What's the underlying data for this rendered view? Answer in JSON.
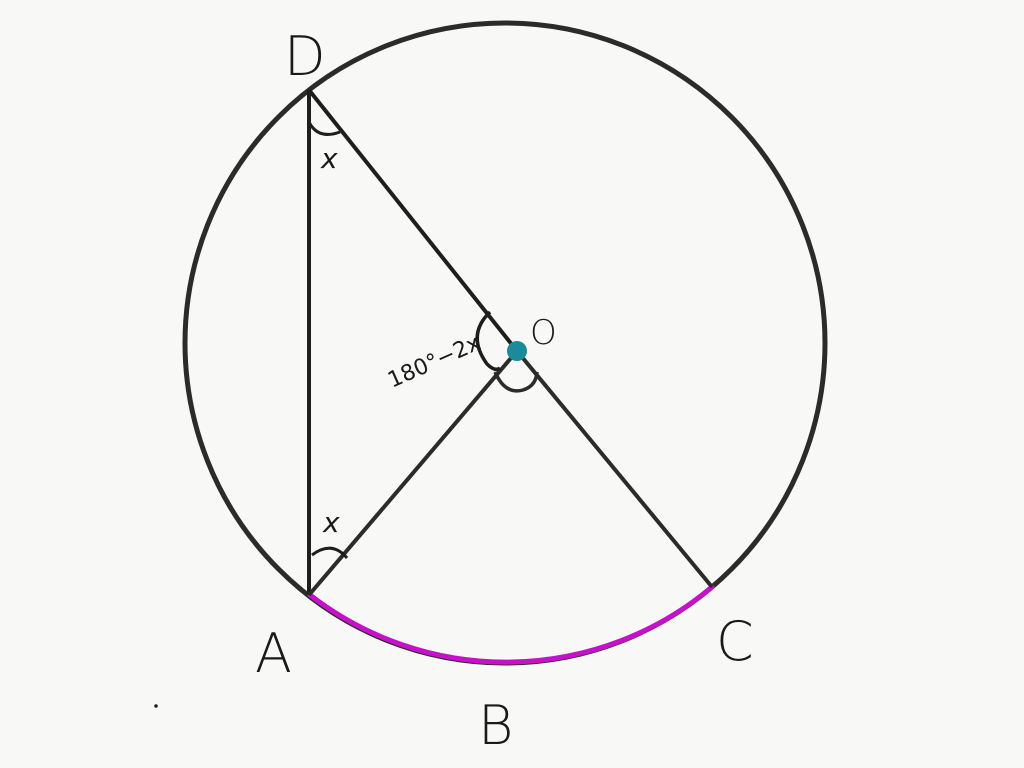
{
  "colors": {
    "background": "#f8f8f6",
    "circle": "#2b2b2b",
    "lines": "#1e1e1e",
    "arc_highlight": "#c512c8",
    "center_dot": "#1b8a99"
  },
  "labels": {
    "D": "D",
    "A": "A",
    "B": "B",
    "C": "C",
    "O": "O",
    "angle_D": "x",
    "angle_A": "x",
    "angle_O": "180°−2x"
  }
}
